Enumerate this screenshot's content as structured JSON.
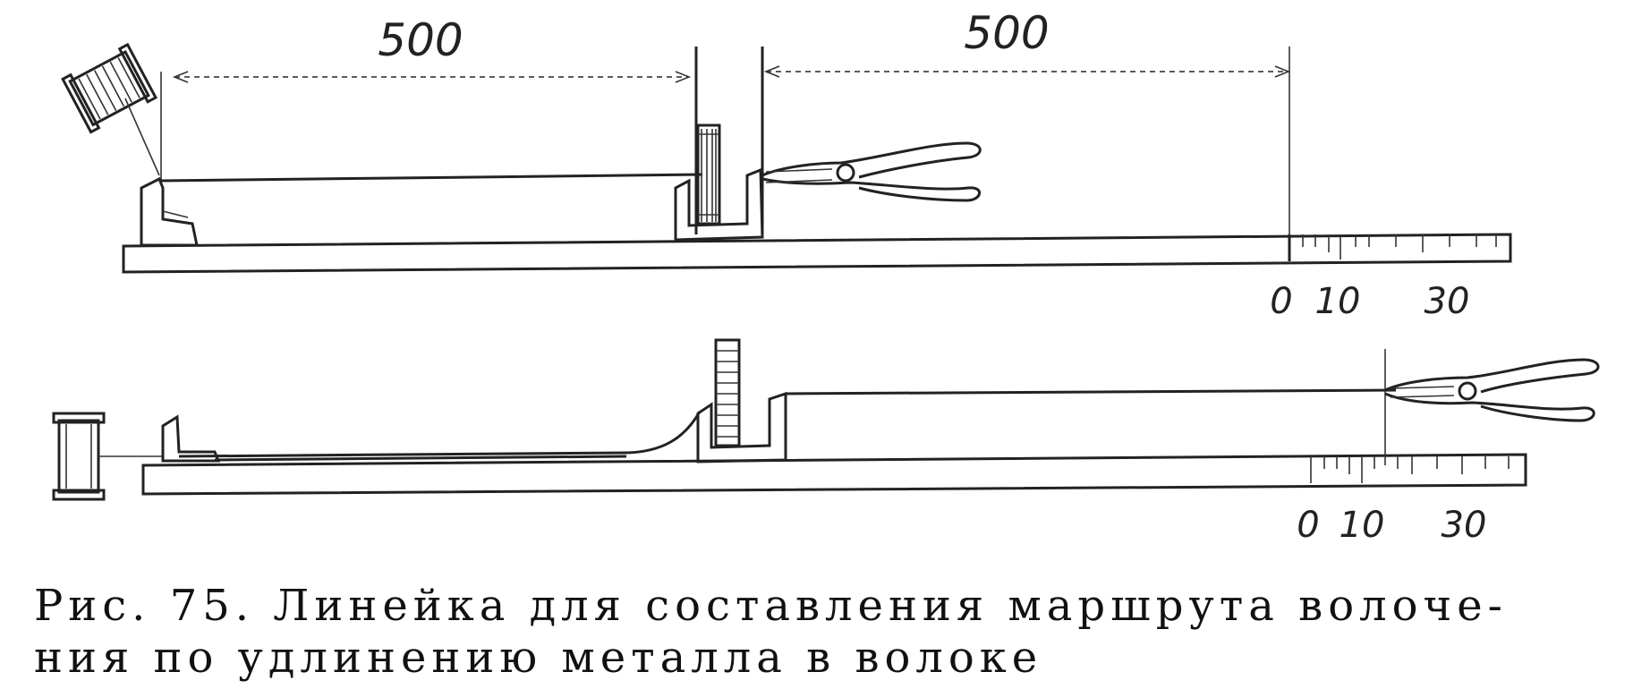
{
  "figure": {
    "top": {
      "dimension_left": "500",
      "dimension_right": "500",
      "scale_labels": [
        "0",
        "10",
        "30"
      ]
    },
    "bottom": {
      "scale_labels": [
        "0",
        "10",
        "30"
      ]
    }
  },
  "caption": {
    "line1": "Рис. 75. Линейка для составления маршрута волоче-",
    "line2": "ния по удлинению металла в волоке"
  }
}
